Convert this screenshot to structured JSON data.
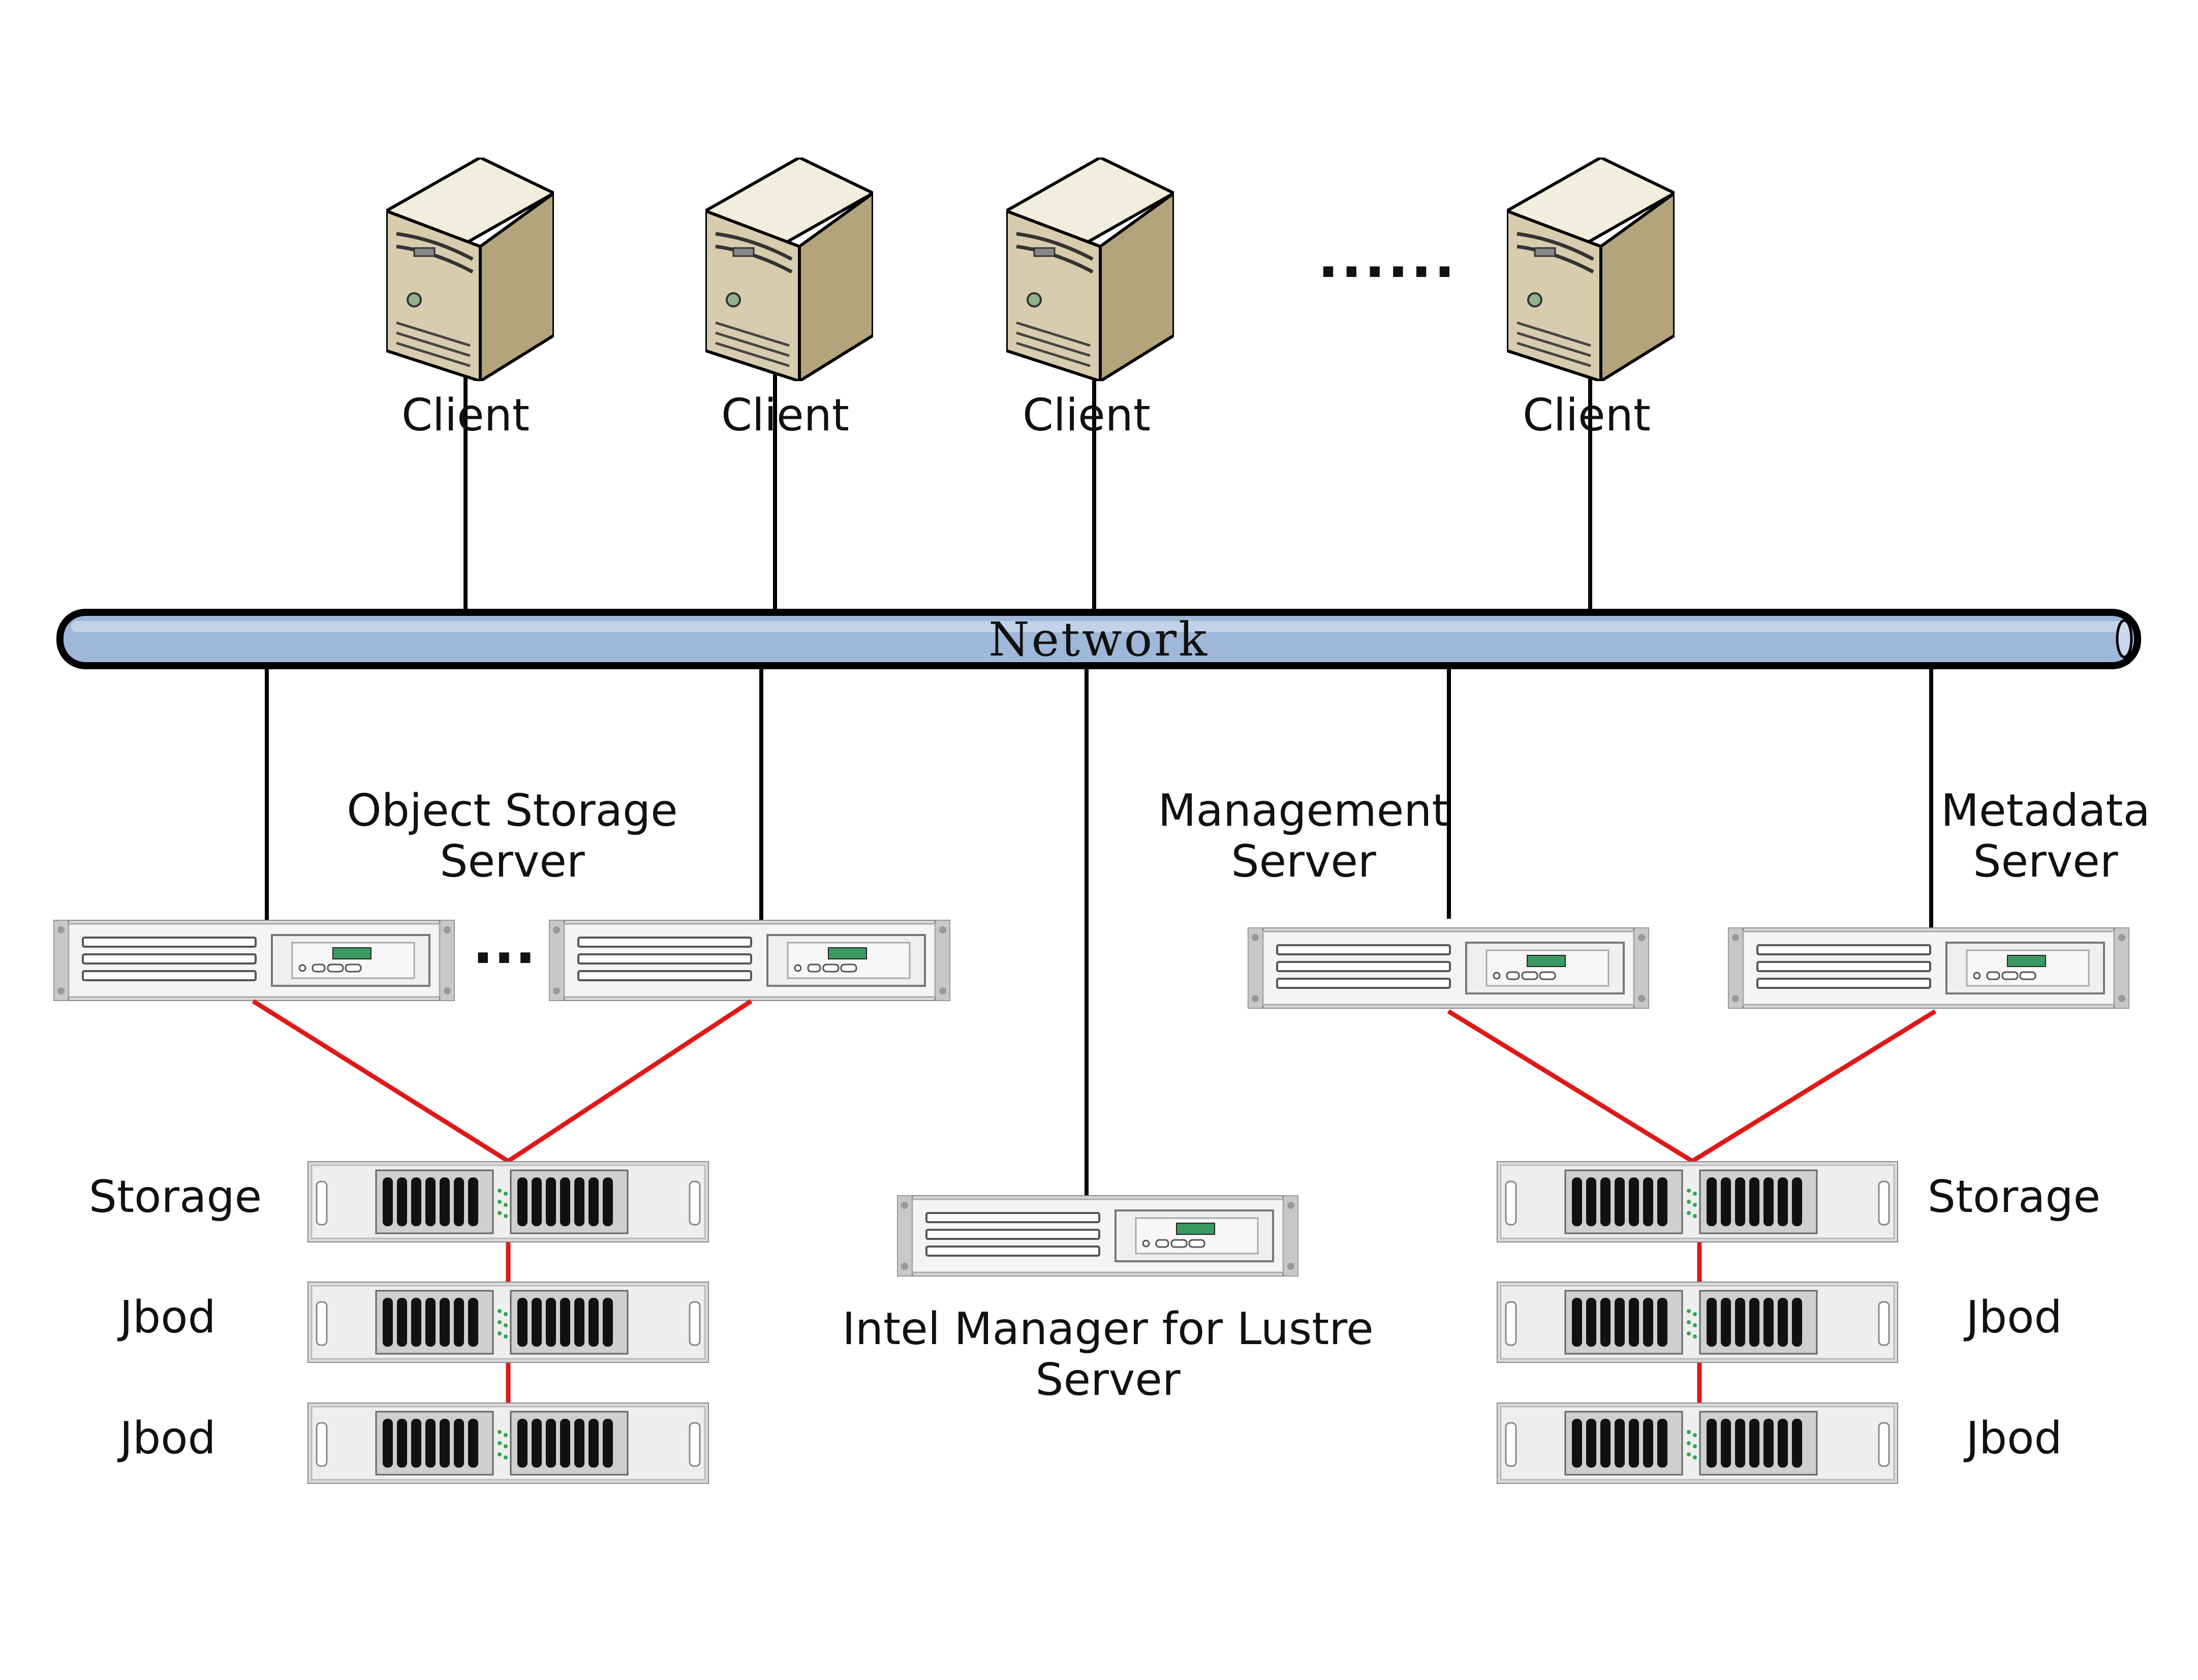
{
  "network": {
    "label": "Network"
  },
  "clients": {
    "items": [
      {
        "label": "Client"
      },
      {
        "label": "Client"
      },
      {
        "label": "Client"
      },
      {
        "label": "Client"
      }
    ],
    "ellipsis": "......"
  },
  "oss": {
    "label_line1": "Object Storage",
    "label_line2": "Server",
    "ellipsis": "..."
  },
  "mgs": {
    "label_line1": "Management",
    "label_line2": "Server"
  },
  "mds": {
    "label_line1": "Metadata",
    "label_line2": "Server"
  },
  "iml": {
    "label_line1": "Intel Manager for Lustre",
    "label_line2": "Server"
  },
  "left_stack": {
    "labels": [
      "Storage",
      "Jbod",
      "Jbod"
    ]
  },
  "right_stack": {
    "labels": [
      "Storage",
      "Jbod",
      "Jbod"
    ]
  },
  "colors": {
    "network_pipe": "#9fb7d8",
    "san_link": "#e01818",
    "client_tower": "#d8ccae"
  }
}
